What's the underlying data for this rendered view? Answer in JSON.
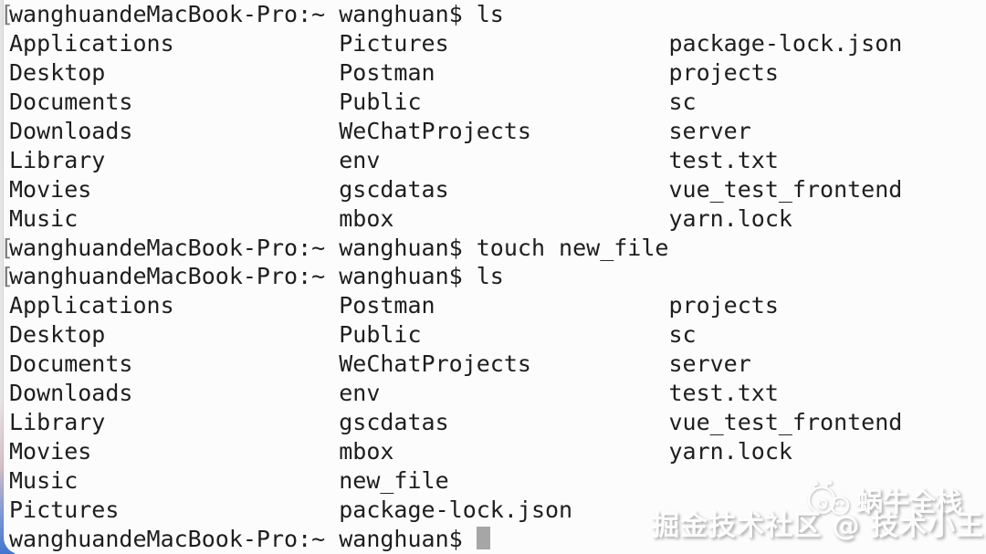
{
  "app": {
    "name": "macOS Terminal session"
  },
  "colors": {
    "terminal_background": "#fcfcfc",
    "terminal_text": "#1e1e1e",
    "prompt_mark": "#7c7c7c",
    "cursor_block": "#a6a6a6",
    "wallpaper_blue": "#4376cd",
    "watermark_white": "#ffffff"
  },
  "terminal": {
    "prompt": "wanghuandeMacBook-Pro:~ wanghuan$",
    "lines": [
      {
        "mark": "[",
        "text": "wanghuandeMacBook-Pro:~ wanghuan$ ls"
      },
      {
        "text": "Applications            Pictures                package-lock.json"
      },
      {
        "text": "Desktop                 Postman                 projects"
      },
      {
        "text": "Documents               Public                  sc"
      },
      {
        "text": "Downloads               WeChatProjects          server"
      },
      {
        "text": "Library                 env                     test.txt"
      },
      {
        "text": "Movies                  gscdatas                vue_test_frontend"
      },
      {
        "text": "Music                   mbox                    yarn.lock"
      },
      {
        "mark": "[",
        "text": "wanghuandeMacBook-Pro:~ wanghuan$ touch new_file"
      },
      {
        "mark": "[",
        "text": "wanghuandeMacBook-Pro:~ wanghuan$ ls"
      },
      {
        "text": "Applications            Postman                 projects"
      },
      {
        "text": "Desktop                 Public                  sc"
      },
      {
        "text": "Documents               WeChatProjects          server"
      },
      {
        "text": "Downloads               env                     test.txt"
      },
      {
        "text": "Library                 gscdatas                vue_test_frontend"
      },
      {
        "text": "Movies                  mbox                    yarn.lock"
      },
      {
        "text": "Music                   new_file"
      },
      {
        "text": "Pictures                package-lock.json"
      },
      {
        "text": "wanghuandeMacBook-Pro:~ wanghuan$ "
      }
    ]
  },
  "watermark": {
    "brand": "蜗牛全栈",
    "credit": "掘金技术社区 @ 技术小王",
    "icon": "snail-icon"
  }
}
